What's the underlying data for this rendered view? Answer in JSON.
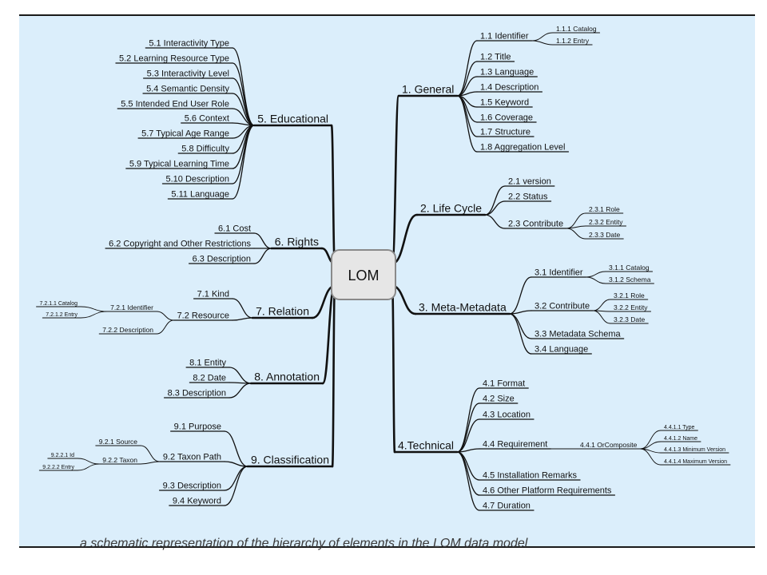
{
  "root": "LOM",
  "caption": "a schematic representation of the hierarchy of elements in the LOM data model",
  "colors": {
    "background": "#dbeefb",
    "frame_line": "#1a1a1a",
    "root_fill": "#e6e6e6",
    "edge": "#111111"
  },
  "nodes": [
    {
      "id": "general",
      "label": "1. General",
      "level": 1
    },
    {
      "id": "g11",
      "label": "1.1 Identifier",
      "level": 2
    },
    {
      "id": "g111",
      "label": "1.1.1 Catalog",
      "level": 3
    },
    {
      "id": "g112",
      "label": "1.1.2 Entry",
      "level": 3
    },
    {
      "id": "g12",
      "label": "1.2 Title",
      "level": 2
    },
    {
      "id": "g13",
      "label": "1.3 Language",
      "level": 2
    },
    {
      "id": "g14",
      "label": "1.4 Description",
      "level": 2
    },
    {
      "id": "g15",
      "label": "1.5 Keyword",
      "level": 2
    },
    {
      "id": "g16",
      "label": "1.6 Coverage",
      "level": 2
    },
    {
      "id": "g17",
      "label": "1.7 Structure",
      "level": 2
    },
    {
      "id": "g18",
      "label": "1.8 Aggregation Level",
      "level": 2
    },
    {
      "id": "life",
      "label": "2. Life Cycle",
      "level": 1
    },
    {
      "id": "l21",
      "label": "2.1 version",
      "level": 2
    },
    {
      "id": "l22",
      "label": "2.2 Status",
      "level": 2
    },
    {
      "id": "l23",
      "label": "2.3 Contribute",
      "level": 2
    },
    {
      "id": "l231",
      "label": "2.3.1 Role",
      "level": 3
    },
    {
      "id": "l232",
      "label": "2.3.2 Entity",
      "level": 3
    },
    {
      "id": "l233",
      "label": "2.3.3 Date",
      "level": 3
    },
    {
      "id": "meta",
      "label": "3. Meta-Metadata",
      "level": 1
    },
    {
      "id": "m31",
      "label": "3.1 Identifier",
      "level": 2
    },
    {
      "id": "m311",
      "label": "3.1.1 Catalog",
      "level": 3
    },
    {
      "id": "m312",
      "label": "3.1.2 Schema",
      "level": 3
    },
    {
      "id": "m32",
      "label": "3.2 Contribute",
      "level": 2
    },
    {
      "id": "m321",
      "label": "3.2.1 Role",
      "level": 3
    },
    {
      "id": "m322",
      "label": "3.2.2 Entity",
      "level": 3
    },
    {
      "id": "m323",
      "label": "3.2.3 Date",
      "level": 3
    },
    {
      "id": "m33",
      "label": "3.3 Metadata Schema",
      "level": 2
    },
    {
      "id": "m34",
      "label": "3.4 Language",
      "level": 2
    },
    {
      "id": "tech",
      "label": "4.Technical",
      "level": 1
    },
    {
      "id": "t41",
      "label": "4.1 Format",
      "level": 2
    },
    {
      "id": "t42",
      "label": "4.2 Size",
      "level": 2
    },
    {
      "id": "t43",
      "label": "4.3 Location",
      "level": 2
    },
    {
      "id": "t44",
      "label": "4.4 Requirement",
      "level": 2
    },
    {
      "id": "t441",
      "label": "4.4.1 OrComposite",
      "level": 3
    },
    {
      "id": "t4411",
      "label": "4.4.1.1 Type",
      "level": 4
    },
    {
      "id": "t4412",
      "label": "4.4.1.2 Name",
      "level": 4
    },
    {
      "id": "t4413",
      "label": "4.4.1.3 Minimum Version",
      "level": 4
    },
    {
      "id": "t4414",
      "label": "4.4.1.4 Maximum Version",
      "level": 4
    },
    {
      "id": "t45",
      "label": "4.5 Installation Remarks",
      "level": 2
    },
    {
      "id": "t46",
      "label": "4.6 Other Platform Requirements",
      "level": 2
    },
    {
      "id": "t47",
      "label": "4.7 Duration",
      "level": 2
    },
    {
      "id": "edu",
      "label": "5. Educational",
      "level": 1
    },
    {
      "id": "e51",
      "label": "5.1 Interactivity Type",
      "level": 2
    },
    {
      "id": "e52",
      "label": "5.2 Learning Resource Type",
      "level": 2
    },
    {
      "id": "e53",
      "label": "5.3 Interactivity Level",
      "level": 2
    },
    {
      "id": "e54",
      "label": "5.4 Semantic Density",
      "level": 2
    },
    {
      "id": "e55",
      "label": "5.5 Intended End User Role",
      "level": 2
    },
    {
      "id": "e56",
      "label": "5.6 Context",
      "level": 2
    },
    {
      "id": "e57",
      "label": "5.7 Typical Age Range",
      "level": 2
    },
    {
      "id": "e58",
      "label": "5.8 Difficulty",
      "level": 2
    },
    {
      "id": "e59",
      "label": "5.9 Typical Learning Time",
      "level": 2
    },
    {
      "id": "e510",
      "label": "5.10 Description",
      "level": 2
    },
    {
      "id": "e511",
      "label": "5.11 Language",
      "level": 2
    },
    {
      "id": "rights",
      "label": "6. Rights",
      "level": 1
    },
    {
      "id": "r61",
      "label": "6.1 Cost",
      "level": 2
    },
    {
      "id": "r62",
      "label": "6.2 Copyright and Other Restrictions",
      "level": 2
    },
    {
      "id": "r63",
      "label": "6.3 Description",
      "level": 2
    },
    {
      "id": "rel",
      "label": "7. Relation",
      "level": 1
    },
    {
      "id": "x71",
      "label": "7.1 Kind",
      "level": 2
    },
    {
      "id": "x72",
      "label": "7.2 Resource",
      "level": 2
    },
    {
      "id": "x721",
      "label": "7.2.1 Identifier",
      "level": 3
    },
    {
      "id": "x7211",
      "label": "7.2.1.1 Catalog",
      "level": 4
    },
    {
      "id": "x7212",
      "label": "7.2.1.2 Entry",
      "level": 4
    },
    {
      "id": "x722",
      "label": "7.2.2 Description",
      "level": 3
    },
    {
      "id": "ann",
      "label": "8. Annotation",
      "level": 1
    },
    {
      "id": "a81",
      "label": "8.1 Entity",
      "level": 2
    },
    {
      "id": "a82",
      "label": "8.2 Date",
      "level": 2
    },
    {
      "id": "a83",
      "label": "8.3 Description",
      "level": 2
    },
    {
      "id": "cls",
      "label": "9. Classification",
      "level": 1
    },
    {
      "id": "c91",
      "label": "9.1 Purpose",
      "level": 2
    },
    {
      "id": "c92",
      "label": "9.2 Taxon Path",
      "level": 2
    },
    {
      "id": "c921",
      "label": "9.2.1 Source",
      "level": 3
    },
    {
      "id": "c922",
      "label": "9.2.2 Taxon",
      "level": 3
    },
    {
      "id": "c9221",
      "label": "9.2.2.1 Id",
      "level": 4
    },
    {
      "id": "c9222",
      "label": "9.2.2.2 Entry",
      "level": 4
    },
    {
      "id": "c93",
      "label": "9.3 Description",
      "level": 2
    },
    {
      "id": "c94",
      "label": "9.4 Keyword",
      "level": 2
    }
  ]
}
